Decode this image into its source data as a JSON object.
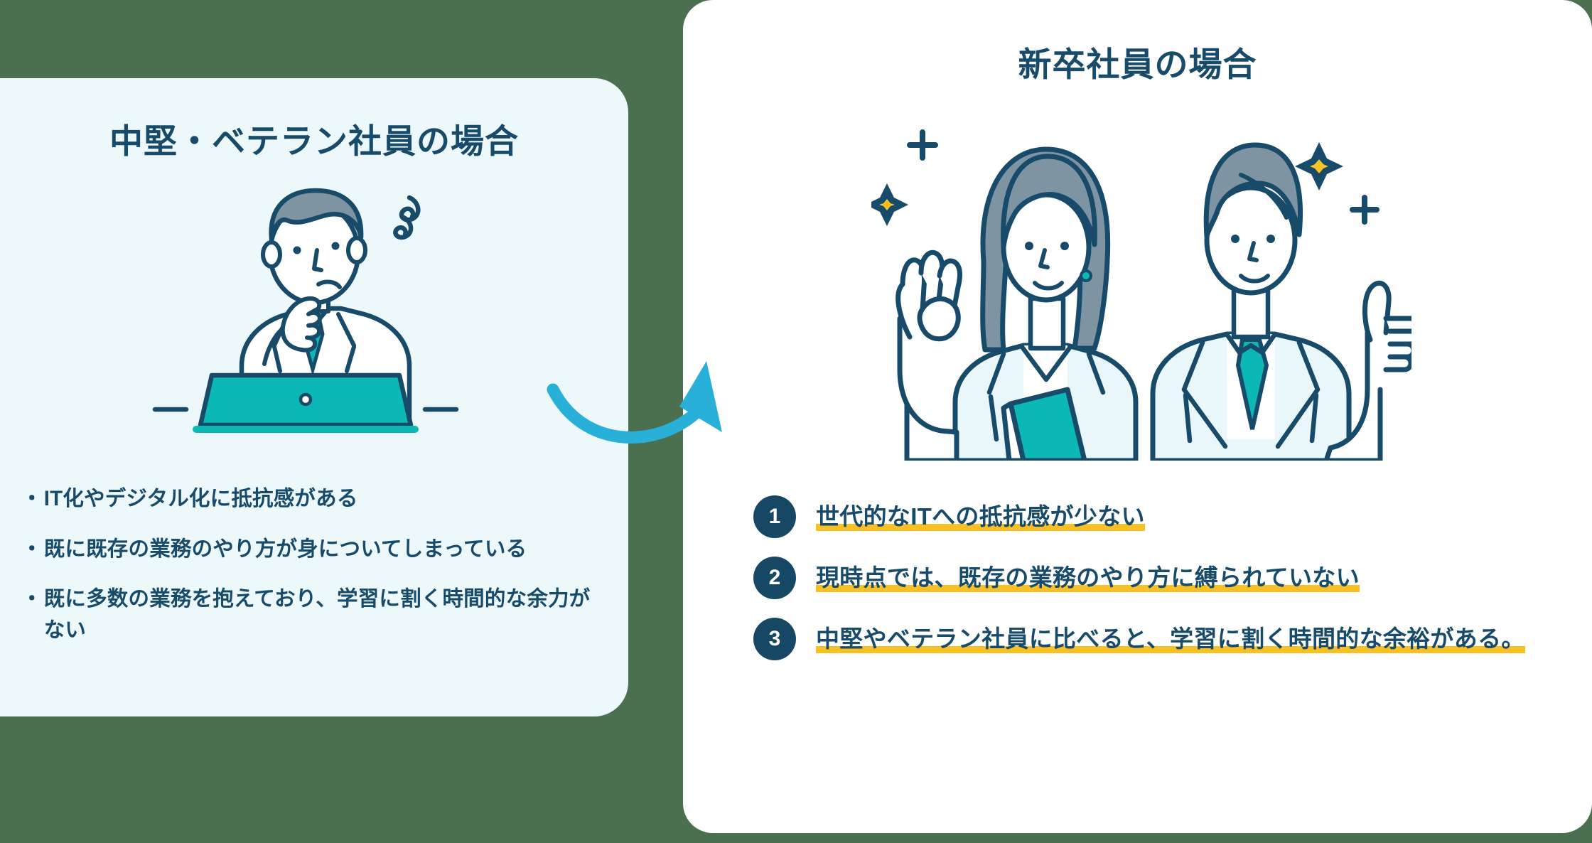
{
  "colors": {
    "page_background": "#4a7050",
    "left_card_background": "#edf8fb",
    "right_card_background": "#ffffff",
    "text_navy": "#174b69",
    "badge_navy": "#164866",
    "highlight_yellow": "#f9c026",
    "accent_teal": "#0cb8b6",
    "arrow_blue": "#29b0d8",
    "hair_gray": "#7f94a3"
  },
  "left_panel": {
    "title": "中堅・ベテラン社員の場合",
    "illustration_name": "worried-man-at-laptop-illustration",
    "bullet_mark": "・",
    "bullets": [
      "IT化やデジタル化に抵抗感がある",
      "既に既存の業務のやり方が身についてしまっている",
      "既に多数の業務を抱えており、学習に割く時間的な余力がない"
    ]
  },
  "arrow": {
    "name": "curved-arrow-right",
    "direction": "right"
  },
  "right_panel": {
    "title": "新卒社員の場合",
    "illustration_name": "two-happy-new-employees-illustration",
    "items": [
      {
        "number": "1",
        "text": "世代的なITへの抵抗感が少ない"
      },
      {
        "number": "2",
        "text": "現時点では、既存の業務のやり方に縛られていない"
      },
      {
        "number": "3",
        "text": "中堅やベテラン社員に比べると、学習に割く時間的な余裕がある。"
      }
    ]
  }
}
